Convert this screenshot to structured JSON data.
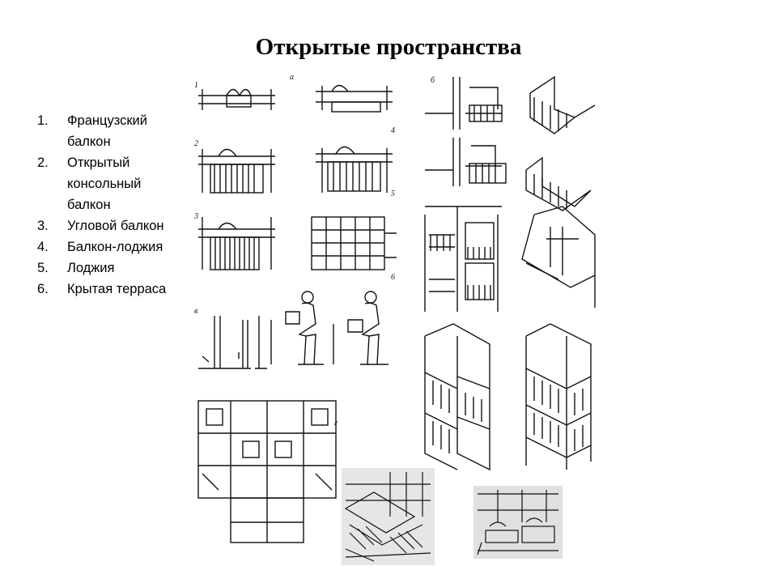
{
  "slide": {
    "title": "Открытые пространства",
    "items": [
      {
        "num": "1.",
        "text": "Французский балкон"
      },
      {
        "num": "2.",
        "text": "Открытый консольный балкон"
      },
      {
        "num": "3.",
        "text": "Угловой балкон"
      },
      {
        "num": "4.",
        "text": "Балкон-лоджия"
      },
      {
        "num": "5.",
        "text": "Лоджия"
      },
      {
        "num": "6.",
        "text": "Крытая терраса"
      }
    ]
  },
  "figure_labels": {
    "a": "а",
    "b": "б",
    "v": "в",
    "g": "г",
    "p1": "1",
    "p2": "2",
    "p3": "3",
    "p4": "4",
    "p5": "5",
    "p6": "6"
  }
}
